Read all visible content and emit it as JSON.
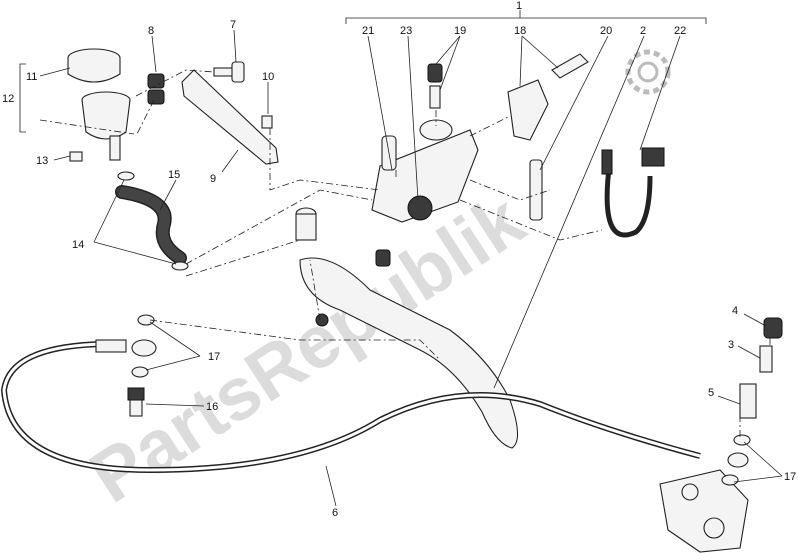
{
  "watermark": "PartsRepublik",
  "labels": {
    "l1": "1",
    "l2": "2",
    "l3": "3",
    "l4": "4",
    "l5": "5",
    "l6": "6",
    "l7": "7",
    "l8": "8",
    "l9": "9",
    "l10": "10",
    "l11": "11",
    "l12": "12",
    "l13": "13",
    "l14": "14",
    "l15": "15",
    "l16": "16",
    "l17a": "17",
    "l17b": "17",
    "l18": "18",
    "l19": "19",
    "l20": "20",
    "l21": "21",
    "l22": "22",
    "l23": "23"
  },
  "icons": {
    "gear": "gear-icon"
  }
}
